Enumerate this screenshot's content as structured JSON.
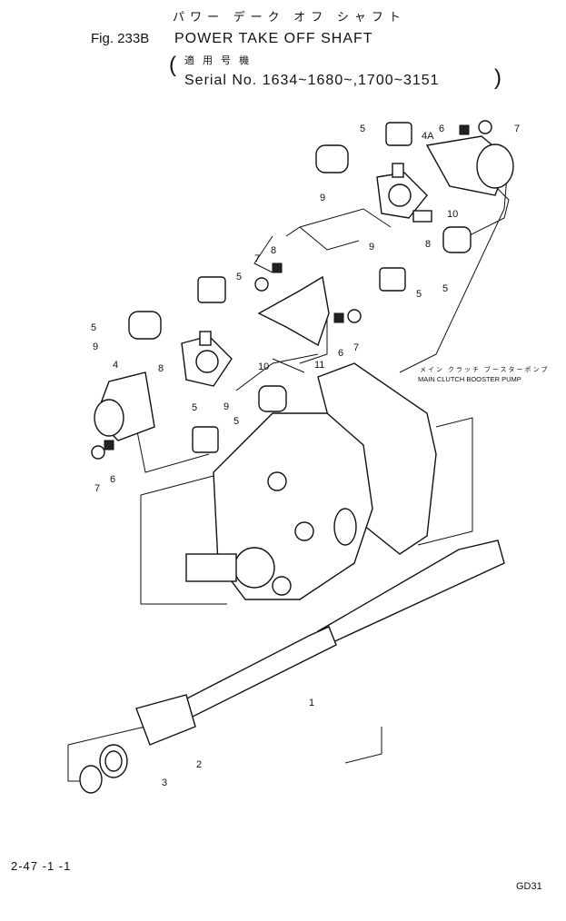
{
  "header": {
    "japanese_title": "パワー デーク オフ シャフト",
    "fig_label": "Fig. 233B",
    "title": "POWER TAKE OFF SHAFT",
    "kanji": "適 用 号 機",
    "serial": "Serial No. 1634~1680~,1700~3151"
  },
  "callouts": {
    "pump_katakana": "メイン クラッチ ブースターポンプ",
    "pump_label": "MAIN CLUTCH BOOSTER PUMP",
    "labels": [
      {
        "id": "c5a",
        "text": "5"
      },
      {
        "id": "c6a",
        "text": "6"
      },
      {
        "id": "c7a",
        "text": "7"
      },
      {
        "id": "c4a",
        "text": "4A"
      },
      {
        "id": "c9a",
        "text": "9"
      },
      {
        "id": "c10a",
        "text": "10"
      },
      {
        "id": "c8a",
        "text": "8"
      },
      {
        "id": "c9b",
        "text": "9"
      },
      {
        "id": "c5b",
        "text": "5"
      },
      {
        "id": "c5c",
        "text": "5"
      },
      {
        "id": "c7b",
        "text": "7"
      },
      {
        "id": "c8b",
        "text": "8"
      },
      {
        "id": "c5d",
        "text": "5"
      },
      {
        "id": "c9c",
        "text": "9"
      },
      {
        "id": "c8c",
        "text": "8"
      },
      {
        "id": "c10b",
        "text": "10"
      },
      {
        "id": "c11",
        "text": "11"
      },
      {
        "id": "c6b",
        "text": "6"
      },
      {
        "id": "c7c",
        "text": "7"
      },
      {
        "id": "c4",
        "text": "4"
      },
      {
        "id": "c5e",
        "text": "5"
      },
      {
        "id": "c9d",
        "text": "9"
      },
      {
        "id": "c5f",
        "text": "5"
      },
      {
        "id": "c7d",
        "text": "7"
      },
      {
        "id": "c6c",
        "text": "6"
      },
      {
        "id": "c5g",
        "text": "5"
      },
      {
        "id": "c1",
        "text": "1"
      },
      {
        "id": "c2",
        "text": "2"
      },
      {
        "id": "c3",
        "text": "3"
      }
    ]
  },
  "footer": {
    "page_code": "2-47 -1 -1",
    "drawing_code": "GD31"
  }
}
